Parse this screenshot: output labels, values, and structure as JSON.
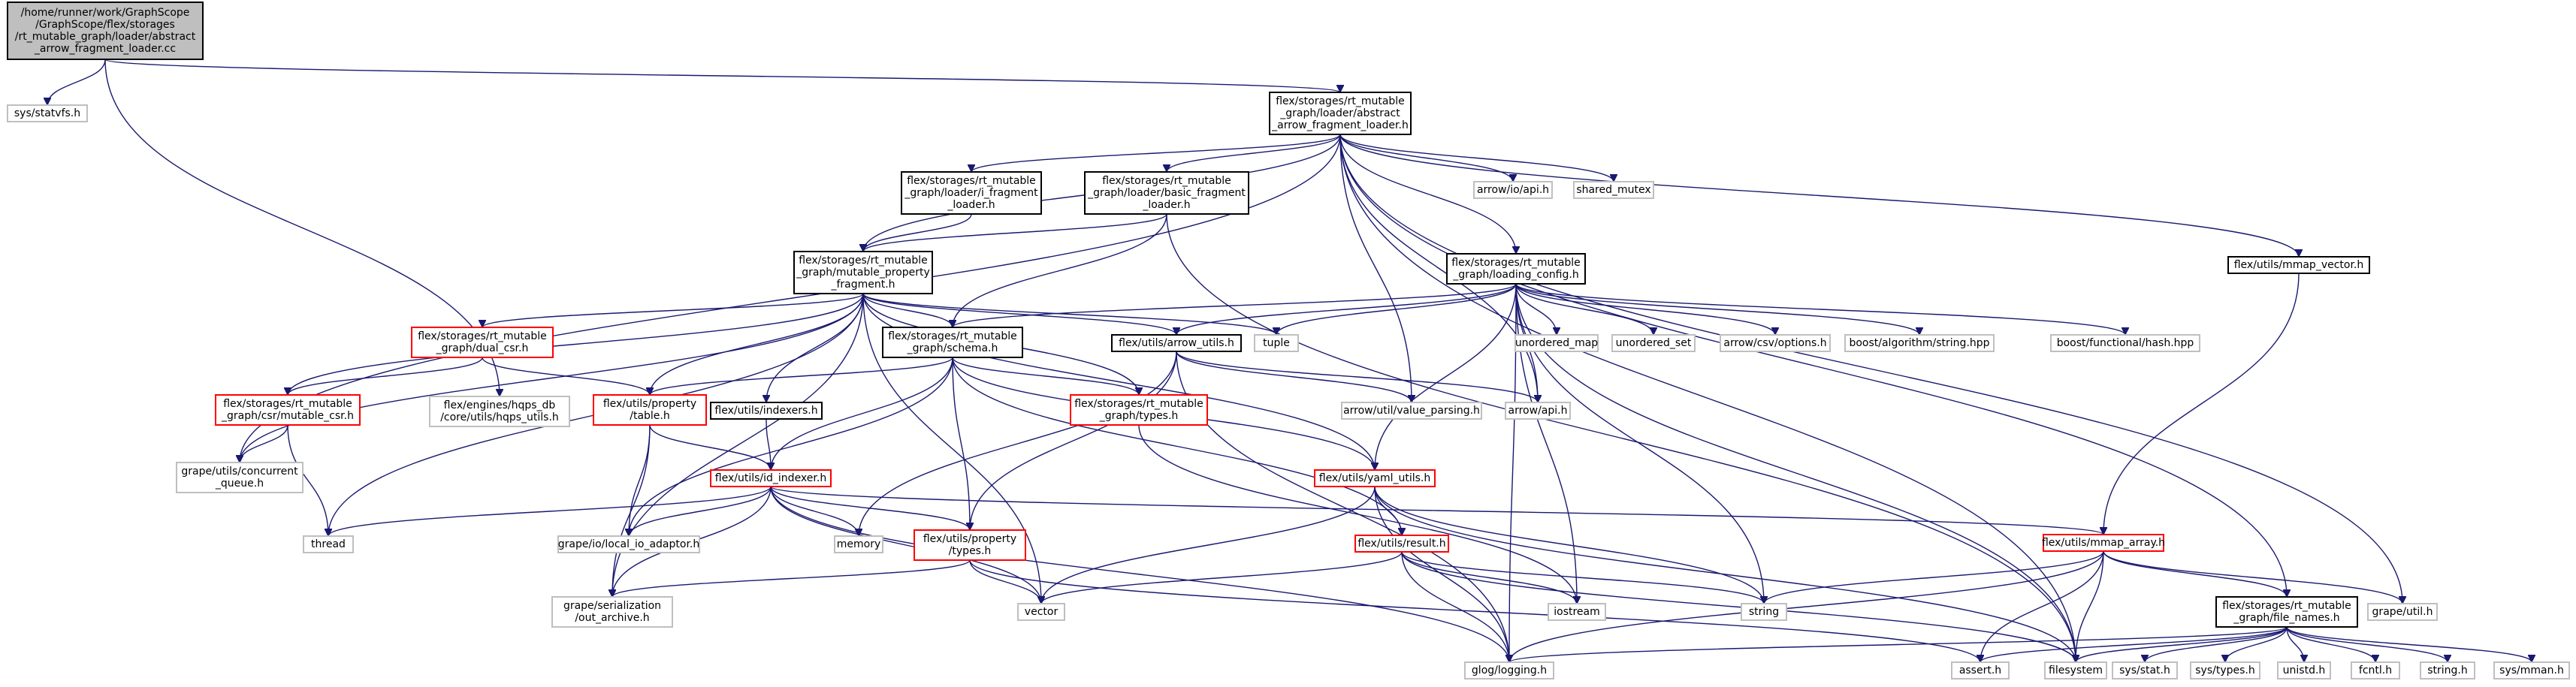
{
  "colors": {
    "edge": "#191970",
    "root_fill": "#bfbfbf",
    "root_border": "#000000",
    "documented_border": "#000000",
    "undocumented_border": "#bfbfbf",
    "truncated_border": "#ff0000",
    "node_fill": "#ffffff"
  },
  "nodes": [
    {
      "id": "root",
      "kind": "root",
      "lines": [
        "/home/runner/work/GraphScope",
        "/GraphScope/flex/storages",
        "/rt_mutable_graph/loader/abstract",
        "_arrow_fragment_loader.cc"
      ]
    },
    {
      "id": "statvfs",
      "kind": "undocumented",
      "lines": [
        "sys/statvfs.h"
      ]
    },
    {
      "id": "afl_h",
      "kind": "documented",
      "lines": [
        "flex/storages/rt_mutable",
        "_graph/loader/abstract",
        "_arrow_fragment_loader.h"
      ]
    },
    {
      "id": "ifl_h",
      "kind": "documented",
      "lines": [
        "flex/storages/rt_mutable",
        "_graph/loader/i_fragment",
        "_loader.h"
      ]
    },
    {
      "id": "bfl_h",
      "kind": "documented",
      "lines": [
        "flex/storages/rt_mutable",
        "_graph/loader/basic_fragment",
        "_loader.h"
      ]
    },
    {
      "id": "arrow_io",
      "kind": "undocumented",
      "lines": [
        "arrow/io/api.h"
      ]
    },
    {
      "id": "shared_mutex",
      "kind": "undocumented",
      "lines": [
        "shared_mutex"
      ]
    },
    {
      "id": "mmap_vector",
      "kind": "documented",
      "lines": [
        "flex/utils/mmap_vector.h"
      ]
    },
    {
      "id": "mpf_h",
      "kind": "documented",
      "lines": [
        "flex/storages/rt_mutable",
        "_graph/mutable_property",
        "_fragment.h"
      ]
    },
    {
      "id": "loading_config",
      "kind": "documented",
      "lines": [
        "flex/storages/rt_mutable",
        "_graph/loading_config.h"
      ]
    },
    {
      "id": "dual_csr",
      "kind": "truncated",
      "lines": [
        "flex/storages/rt_mutable",
        "_graph/dual_csr.h"
      ]
    },
    {
      "id": "schema_h",
      "kind": "documented",
      "lines": [
        "flex/storages/rt_mutable",
        "_graph/schema.h"
      ]
    },
    {
      "id": "arrow_utils",
      "kind": "documented",
      "lines": [
        "flex/utils/arrow_utils.h"
      ]
    },
    {
      "id": "tuple",
      "kind": "undocumented",
      "lines": [
        "tuple"
      ]
    },
    {
      "id": "unordered_map",
      "kind": "undocumented",
      "lines": [
        "unordered_map"
      ]
    },
    {
      "id": "unordered_set",
      "kind": "undocumented",
      "lines": [
        "unordered_set"
      ]
    },
    {
      "id": "arrow_csv",
      "kind": "undocumented",
      "lines": [
        "arrow/csv/options.h"
      ]
    },
    {
      "id": "boost_algo",
      "kind": "undocumented",
      "lines": [
        "boost/algorithm/string.hpp"
      ]
    },
    {
      "id": "boost_hash",
      "kind": "undocumented",
      "lines": [
        "boost/functional/hash.hpp"
      ]
    },
    {
      "id": "mutable_csr",
      "kind": "truncated",
      "lines": [
        "flex/storages/rt_mutable",
        "_graph/csr/mutable_csr.h"
      ]
    },
    {
      "id": "hqps_utils",
      "kind": "undocumented",
      "lines": [
        "flex/engines/hqps_db",
        "/core/utils/hqps_utils.h"
      ]
    },
    {
      "id": "prop_table",
      "kind": "truncated",
      "lines": [
        "flex/utils/property",
        "/table.h"
      ]
    },
    {
      "id": "indexers_h",
      "kind": "documented",
      "lines": [
        "flex/utils/indexers.h"
      ]
    },
    {
      "id": "rt_types",
      "kind": "truncated",
      "lines": [
        "flex/storages/rt_mutable",
        "_graph/types.h"
      ]
    },
    {
      "id": "value_parsing",
      "kind": "undocumented",
      "lines": [
        "arrow/util/value_parsing.h"
      ]
    },
    {
      "id": "arrow_api",
      "kind": "undocumented",
      "lines": [
        "arrow/api.h"
      ]
    },
    {
      "id": "concurrent_queue",
      "kind": "undocumented",
      "lines": [
        "grape/utils/concurrent",
        "_queue.h"
      ]
    },
    {
      "id": "id_indexer",
      "kind": "truncated",
      "lines": [
        "flex/utils/id_indexer.h"
      ]
    },
    {
      "id": "yaml_utils",
      "kind": "truncated",
      "lines": [
        "flex/utils/yaml_utils.h"
      ]
    },
    {
      "id": "mmap_array",
      "kind": "truncated",
      "lines": [
        "flex/utils/mmap_array.h"
      ]
    },
    {
      "id": "thread",
      "kind": "undocumented",
      "lines": [
        "thread"
      ]
    },
    {
      "id": "local_io",
      "kind": "undocumented",
      "lines": [
        "grape/io/local_io_adaptor.h"
      ]
    },
    {
      "id": "memory",
      "kind": "undocumented",
      "lines": [
        "memory"
      ]
    },
    {
      "id": "prop_types",
      "kind": "truncated",
      "lines": [
        "flex/utils/property",
        "/types.h"
      ]
    },
    {
      "id": "result_h",
      "kind": "truncated",
      "lines": [
        "flex/utils/result.h"
      ]
    },
    {
      "id": "iostream",
      "kind": "undocumented",
      "lines": [
        "iostream"
      ]
    },
    {
      "id": "string",
      "kind": "undocumented",
      "lines": [
        "string"
      ]
    },
    {
      "id": "grape_util",
      "kind": "undocumented",
      "lines": [
        "grape/util.h"
      ]
    },
    {
      "id": "file_names",
      "kind": "documented",
      "lines": [
        "flex/storages/rt_mutable",
        "_graph/file_names.h"
      ]
    },
    {
      "id": "out_archive",
      "kind": "undocumented",
      "lines": [
        "grape/serialization",
        "/out_archive.h"
      ]
    },
    {
      "id": "vector",
      "kind": "undocumented",
      "lines": [
        "vector"
      ]
    },
    {
      "id": "glog",
      "kind": "undocumented",
      "lines": [
        "glog/logging.h"
      ]
    },
    {
      "id": "assert_h",
      "kind": "undocumented",
      "lines": [
        "assert.h"
      ]
    },
    {
      "id": "filesystem",
      "kind": "undocumented",
      "lines": [
        "filesystem"
      ]
    },
    {
      "id": "sys_stat",
      "kind": "undocumented",
      "lines": [
        "sys/stat.h"
      ]
    },
    {
      "id": "sys_types",
      "kind": "undocumented",
      "lines": [
        "sys/types.h"
      ]
    },
    {
      "id": "unistd",
      "kind": "undocumented",
      "lines": [
        "unistd.h"
      ]
    },
    {
      "id": "fcntl",
      "kind": "undocumented",
      "lines": [
        "fcntl.h"
      ]
    },
    {
      "id": "string_h",
      "kind": "undocumented",
      "lines": [
        "string.h"
      ]
    },
    {
      "id": "sys_mman",
      "kind": "undocumented",
      "lines": [
        "sys/mman.h"
      ]
    }
  ],
  "edges": [
    [
      "root",
      "statvfs"
    ],
    [
      "root",
      "afl_h"
    ],
    [
      "root",
      "hqps_utils"
    ],
    [
      "afl_h",
      "ifl_h"
    ],
    [
      "afl_h",
      "bfl_h"
    ],
    [
      "afl_h",
      "arrow_io"
    ],
    [
      "afl_h",
      "shared_mutex"
    ],
    [
      "afl_h",
      "mmap_vector"
    ],
    [
      "afl_h",
      "mpf_h"
    ],
    [
      "afl_h",
      "loading_config"
    ],
    [
      "afl_h",
      "concurrent_queue"
    ],
    [
      "afl_h",
      "value_parsing"
    ],
    [
      "afl_h",
      "arrow_api"
    ],
    [
      "afl_h",
      "grape_util"
    ],
    [
      "afl_h",
      "file_names"
    ],
    [
      "afl_h",
      "filesystem"
    ],
    [
      "ifl_h",
      "mpf_h"
    ],
    [
      "bfl_h",
      "mpf_h"
    ],
    [
      "bfl_h",
      "schema_h"
    ],
    [
      "bfl_h",
      "filesystem"
    ],
    [
      "mmap_vector",
      "mmap_array"
    ],
    [
      "mpf_h",
      "dual_csr"
    ],
    [
      "mpf_h",
      "mutable_csr"
    ],
    [
      "mpf_h",
      "schema_h"
    ],
    [
      "mpf_h",
      "arrow_utils"
    ],
    [
      "mpf_h",
      "tuple"
    ],
    [
      "mpf_h",
      "prop_table"
    ],
    [
      "mpf_h",
      "indexers_h"
    ],
    [
      "mpf_h",
      "rt_types"
    ],
    [
      "mpf_h",
      "thread"
    ],
    [
      "mpf_h",
      "out_archive"
    ],
    [
      "mpf_h",
      "vector"
    ],
    [
      "mpf_h",
      "yaml_utils"
    ],
    [
      "mpf_h",
      "concurrent_queue"
    ],
    [
      "loading_config",
      "schema_h"
    ],
    [
      "loading_config",
      "arrow_utils"
    ],
    [
      "loading_config",
      "tuple"
    ],
    [
      "loading_config",
      "unordered_map"
    ],
    [
      "loading_config",
      "unordered_set"
    ],
    [
      "loading_config",
      "arrow_csv"
    ],
    [
      "loading_config",
      "boost_algo"
    ],
    [
      "loading_config",
      "boost_hash"
    ],
    [
      "loading_config",
      "arrow_api"
    ],
    [
      "loading_config",
      "yaml_utils"
    ],
    [
      "loading_config",
      "iostream"
    ],
    [
      "loading_config",
      "string"
    ],
    [
      "loading_config",
      "glog"
    ],
    [
      "loading_config",
      "filesystem"
    ],
    [
      "dual_csr",
      "mutable_csr"
    ],
    [
      "dual_csr",
      "prop_table"
    ],
    [
      "mutable_csr",
      "concurrent_queue"
    ],
    [
      "mutable_csr",
      "thread"
    ],
    [
      "schema_h",
      "prop_table"
    ],
    [
      "schema_h",
      "rt_types"
    ],
    [
      "schema_h",
      "id_indexer"
    ],
    [
      "schema_h",
      "prop_types"
    ],
    [
      "schema_h",
      "result_h"
    ],
    [
      "schema_h",
      "yaml_utils"
    ],
    [
      "schema_h",
      "local_io"
    ],
    [
      "arrow_utils",
      "arrow_api"
    ],
    [
      "arrow_utils",
      "value_parsing"
    ],
    [
      "arrow_utils",
      "prop_types"
    ],
    [
      "arrow_utils",
      "glog"
    ],
    [
      "arrow_utils",
      "memory"
    ],
    [
      "prop_table",
      "id_indexer"
    ],
    [
      "prop_table",
      "local_io"
    ],
    [
      "prop_table",
      "out_archive"
    ],
    [
      "indexers_h",
      "id_indexer"
    ],
    [
      "rt_types",
      "iostream"
    ],
    [
      "id_indexer",
      "thread"
    ],
    [
      "id_indexer",
      "local_io"
    ],
    [
      "id_indexer",
      "memory"
    ],
    [
      "id_indexer",
      "prop_types"
    ],
    [
      "id_indexer",
      "mmap_array"
    ],
    [
      "id_indexer",
      "out_archive"
    ],
    [
      "id_indexer",
      "vector"
    ],
    [
      "id_indexer",
      "glog"
    ],
    [
      "yaml_utils",
      "result_h"
    ],
    [
      "yaml_utils",
      "vector"
    ],
    [
      "yaml_utils",
      "string"
    ],
    [
      "yaml_utils",
      "glog"
    ],
    [
      "yaml_utils",
      "filesystem"
    ],
    [
      "mmap_array",
      "string"
    ],
    [
      "mmap_array",
      "grape_util"
    ],
    [
      "mmap_array",
      "file_names"
    ],
    [
      "mmap_array",
      "glog"
    ],
    [
      "mmap_array",
      "assert_h"
    ],
    [
      "mmap_array",
      "filesystem"
    ],
    [
      "prop_types",
      "out_archive"
    ],
    [
      "prop_types",
      "vector"
    ],
    [
      "prop_types",
      "assert_h"
    ],
    [
      "result_h",
      "iostream"
    ],
    [
      "result_h",
      "string"
    ],
    [
      "result_h",
      "vector"
    ],
    [
      "result_h",
      "glog"
    ],
    [
      "result_h",
      "filesystem"
    ],
    [
      "file_names",
      "glog"
    ],
    [
      "file_names",
      "assert_h"
    ],
    [
      "file_names",
      "filesystem"
    ],
    [
      "file_names",
      "sys_stat"
    ],
    [
      "file_names",
      "sys_types"
    ],
    [
      "file_names",
      "unistd"
    ],
    [
      "file_names",
      "fcntl"
    ],
    [
      "file_names",
      "string_h"
    ],
    [
      "file_names",
      "sys_mman"
    ]
  ]
}
